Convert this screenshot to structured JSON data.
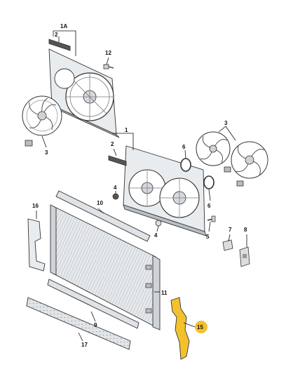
{
  "labels": {
    "l1a": "1A",
    "l2top": "2",
    "l12": "12",
    "l3left": "3",
    "l1": "1",
    "l2mid": "2",
    "l3right": "3",
    "l6top": "6",
    "l4top": "4",
    "l10": "10",
    "l16": "16",
    "l4bot": "4",
    "l6bot": "6",
    "l5": "5",
    "l7": "7",
    "l8": "8",
    "l11": "11",
    "l9": "9",
    "l15": "15",
    "l17": "17"
  },
  "colors": {
    "part_fill": "#e9ecef",
    "part_dark": "#b9bec4",
    "highlight": "#f2c12e",
    "callout_15": "#f2c12e"
  }
}
